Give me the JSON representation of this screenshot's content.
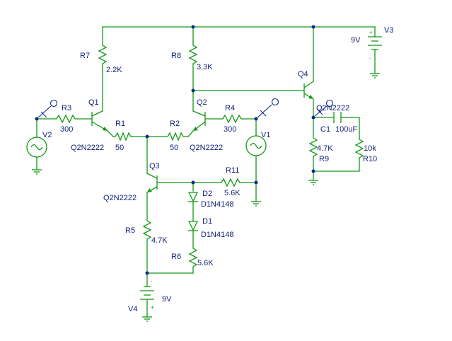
{
  "labels": {
    "r7_ref": "R7",
    "r7_val": "2.2K",
    "r8_ref": "R8",
    "r8_val": "3.3K",
    "r3_ref": "R3",
    "r3_val": "300",
    "r1_ref": "R1",
    "r1_val": "50",
    "r2_ref": "R2",
    "r2_val": "50",
    "r4_ref": "R4",
    "r4_val": "300",
    "r11_ref": "R11",
    "r11_val": "5.6K",
    "r5_ref": "R5",
    "r5_val": "4.7K",
    "r6_ref": "R6",
    "r6_val": "5.6K",
    "r9_ref": "R9",
    "r9_val": "4.7K",
    "r10_ref": "R10",
    "r10_val": "10k",
    "c1_ref": "C1",
    "c1_val": "100uF",
    "q1_ref": "Q1",
    "q1_model": "Q2N2222",
    "q2_ref": "Q2",
    "q2_model": "Q2N2222",
    "q3_ref": "Q3",
    "q3_model": "Q2N2222",
    "q4_ref": "Q4",
    "q4_model": "Q2N2222",
    "d1_ref": "D1",
    "d1_model": "D1N4148",
    "d2_ref": "D2",
    "d2_model": "D1N4148",
    "v1_ref": "V1",
    "v2_ref": "V2",
    "v3_ref": "V3",
    "v3_val": "9V",
    "v4_ref": "V4",
    "v4_val": "9V",
    "v3_plus": "+",
    "v3_minus": "-",
    "v4_plus": "+",
    "v4_minus": "-"
  },
  "colors": {
    "wire": "#119911",
    "label": "#0d1e78",
    "junction": "#0a2a8c",
    "background": "#ffffff"
  }
}
